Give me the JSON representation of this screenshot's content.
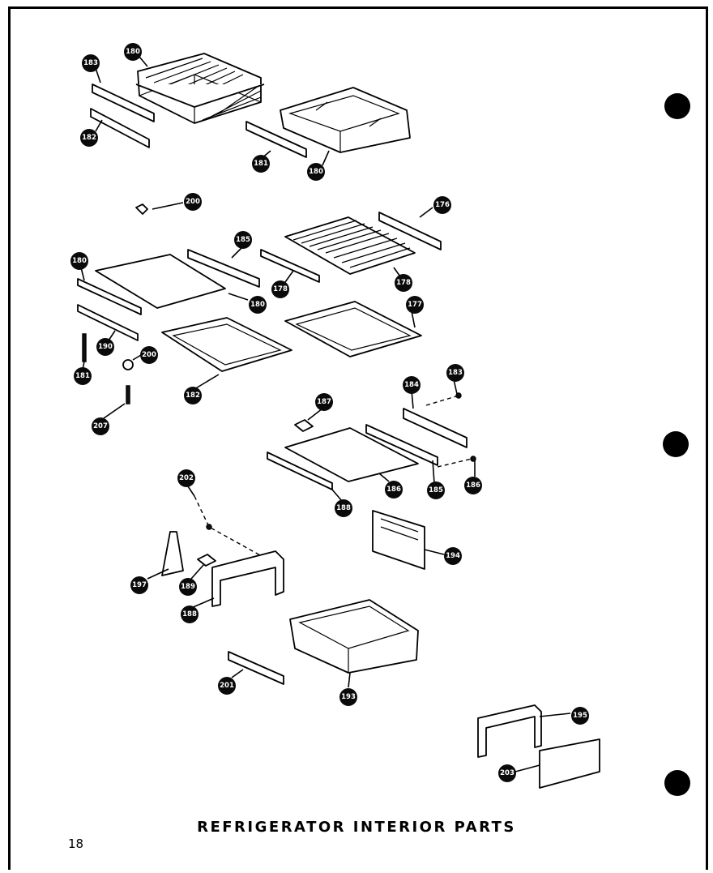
{
  "caption": "REFRIGERATOR INTERIOR PARTS",
  "page_number": "18",
  "callouts": [
    {
      "id": "c1",
      "text": "183"
    },
    {
      "id": "c2",
      "text": "182"
    },
    {
      "id": "c3",
      "text": "180"
    },
    {
      "id": "c4",
      "text": "181"
    },
    {
      "id": "c5",
      "text": "180"
    },
    {
      "id": "c6",
      "text": "200"
    },
    {
      "id": "c7",
      "text": "176"
    },
    {
      "id": "c8",
      "text": "185"
    },
    {
      "id": "c9",
      "text": "178"
    },
    {
      "id": "c10",
      "text": "178"
    },
    {
      "id": "c11",
      "text": "180"
    },
    {
      "id": "c12",
      "text": "180"
    },
    {
      "id": "c13",
      "text": "177"
    },
    {
      "id": "c14",
      "text": "190"
    },
    {
      "id": "c15",
      "text": "200"
    },
    {
      "id": "c16",
      "text": "181"
    },
    {
      "id": "c17",
      "text": "182"
    },
    {
      "id": "c18",
      "text": "207"
    },
    {
      "id": "c19",
      "text": "184"
    },
    {
      "id": "c20",
      "text": "183"
    },
    {
      "id": "c21",
      "text": "187"
    },
    {
      "id": "c22",
      "text": "186"
    },
    {
      "id": "c23",
      "text": "185"
    },
    {
      "id": "c24",
      "text": "186"
    },
    {
      "id": "c25",
      "text": "188"
    },
    {
      "id": "c26",
      "text": "202"
    },
    {
      "id": "c27",
      "text": "194"
    },
    {
      "id": "c28",
      "text": "197"
    },
    {
      "id": "c29",
      "text": "189"
    },
    {
      "id": "c30",
      "text": "188"
    },
    {
      "id": "c31",
      "text": "201"
    },
    {
      "id": "c32",
      "text": "193"
    },
    {
      "id": "c33",
      "text": "195"
    },
    {
      "id": "c34",
      "text": "203"
    }
  ]
}
